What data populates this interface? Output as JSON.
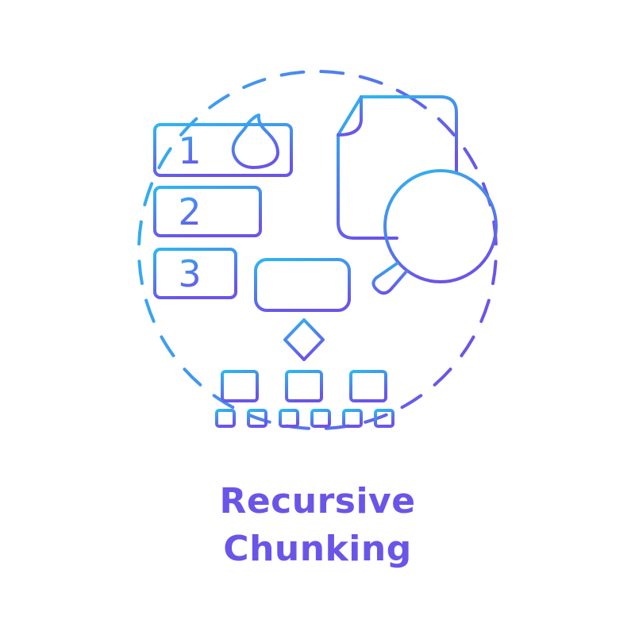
{
  "title": {
    "line1": "Recursive",
    "line2": "Chunking"
  },
  "list": {
    "items": [
      "1",
      "2",
      "3"
    ]
  },
  "colors": {
    "gradient_top": "#2db7f0",
    "gradient_bottom": "#6a55e8",
    "caption": "#6a55e8"
  },
  "icons": [
    "dashed-circle-frame",
    "priority-list-icon",
    "flame-icon",
    "document-icon",
    "magnifying-glass-icon",
    "flowchart-tree-icon"
  ]
}
